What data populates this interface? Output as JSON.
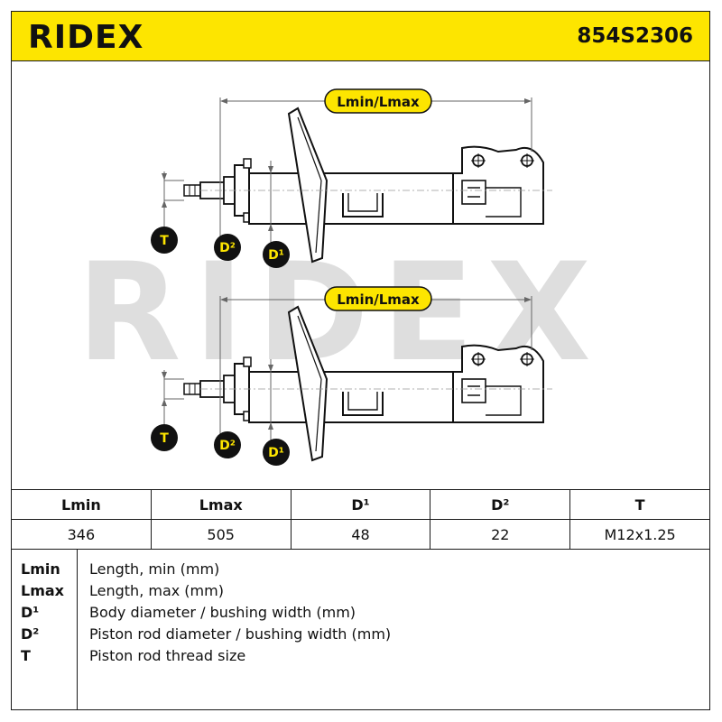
{
  "header": {
    "brand": "RIDEX",
    "part_number": "854S2306",
    "brand_color": "#fde500"
  },
  "drawing": {
    "watermark": "RIDEX",
    "length_label": "Lmin/Lmax",
    "tags": {
      "thread": "T",
      "rod_diameter": "D²",
      "body_diameter": "D¹"
    }
  },
  "specs": {
    "headers": [
      "Lmin",
      "Lmax",
      "D¹",
      "D²",
      "T"
    ],
    "values": [
      "346",
      "505",
      "48",
      "22",
      "M12x1.25"
    ]
  },
  "legend": [
    {
      "key": "Lmin",
      "desc": "Length, min (mm)"
    },
    {
      "key": "Lmax",
      "desc": "Length, max (mm)"
    },
    {
      "key": "D¹",
      "desc": "Body diameter / bushing width (mm)"
    },
    {
      "key": "D²",
      "desc": "Piston rod diameter / bushing width (mm)"
    },
    {
      "key": "T",
      "desc": "Piston rod thread size"
    }
  ]
}
